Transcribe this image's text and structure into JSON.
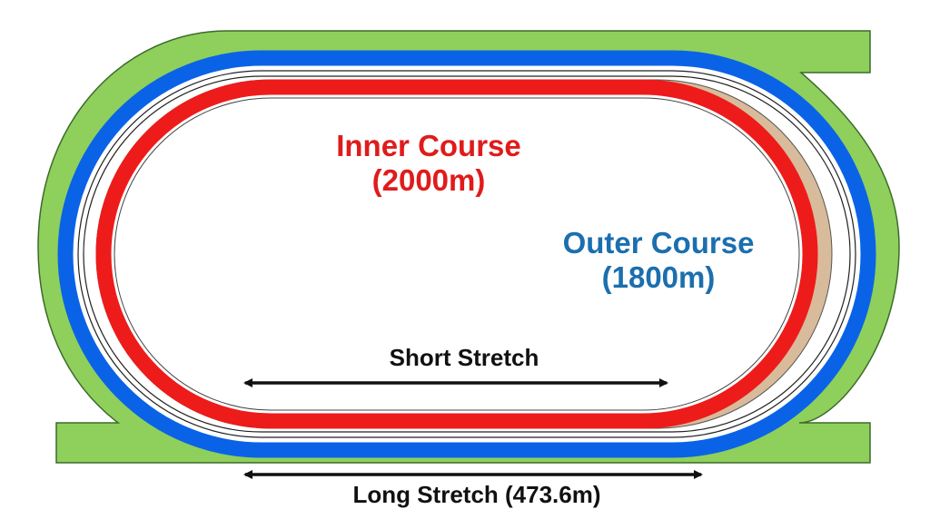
{
  "labels": {
    "inner_course": "Inner Course",
    "inner_length": "(2000m)",
    "outer_course": "Outer Course",
    "outer_length": "(1800m)",
    "short_stretch": "Short Stretch",
    "long_stretch": "Long Stretch (473.6m)"
  },
  "colors": {
    "turf_green": "#8fcf5c",
    "outer_course_blue": "#0a63e6",
    "inner_course_red": "#ee1b1b",
    "dirt_tan": "#d8bb9a",
    "inner_label_text": "#e01b1b",
    "outer_label_text": "#1b6fae",
    "stretch_text": "#111111",
    "arrow": "#111111",
    "outline": "#222222"
  }
}
